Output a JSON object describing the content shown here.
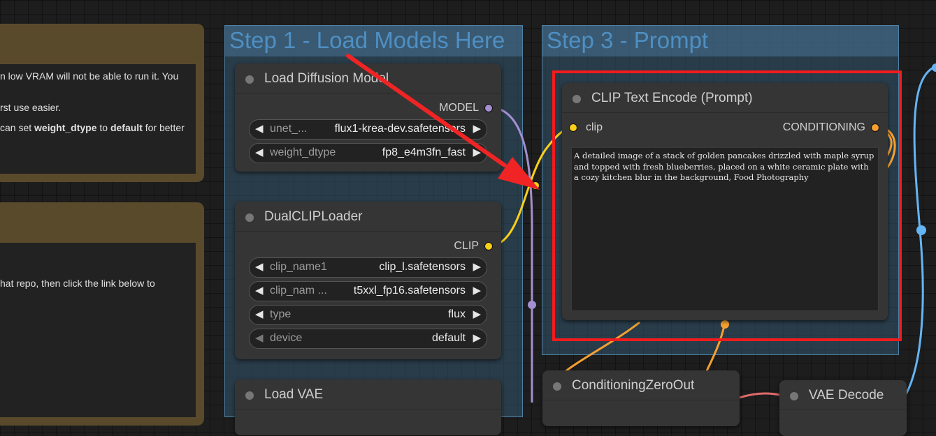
{
  "notes": [
    {
      "lines": [
        {
          "text": "n low VRAM will not be able to run it. You"
        },
        {
          "text": "rst use easier."
        },
        {
          "pre": "can set ",
          "b1": "weight_dtype",
          "mid": " to ",
          "b2": "default",
          "post": " for better"
        }
      ]
    },
    {
      "lines": [
        {
          "text": "hat repo, then click the link below to"
        }
      ]
    }
  ],
  "groups": {
    "step1": {
      "title": "Step 1 - Load Models Here"
    },
    "step3": {
      "title": "Step 3 - Prompt"
    }
  },
  "nodes": {
    "load_diffusion": {
      "title": "Load Diffusion Model",
      "output": "MODEL",
      "widgets": [
        {
          "label": "unet_...",
          "value": "flux1-krea-dev.safetensors"
        },
        {
          "label": "weight_dtype",
          "value": "fp8_e4m3fn_fast"
        }
      ]
    },
    "dual_clip": {
      "title": "DualCLIPLoader",
      "output": "CLIP",
      "widgets": [
        {
          "label": "clip_name1",
          "value": "clip_l.safetensors"
        },
        {
          "label": "clip_nam ...",
          "value": "t5xxl_fp16.safetensors"
        },
        {
          "label": "type",
          "value": "flux"
        },
        {
          "label": "device",
          "value": "default"
        }
      ]
    },
    "load_vae": {
      "title": "Load VAE"
    },
    "clip_text_encode": {
      "title": "CLIP Text Encode (Prompt)",
      "input": "clip",
      "output": "CONDITIONING",
      "prompt": "A detailed image of a stack of golden pancakes drizzled with maple syrup and topped with fresh blueberries, placed on a white ceramic plate with a cozy kitchen blur in the background, Food Photography"
    },
    "conditioning_zero_out": {
      "title": "ConditioningZeroOut"
    },
    "vae_decode": {
      "title": "VAE Decode"
    }
  },
  "colors": {
    "model_link": "#a48fd0",
    "clip_link": "#f9cf1a",
    "conditioning_link": "#f5a030",
    "vae_link": "#e06a6a",
    "image_link": "#64b5f6",
    "highlight": "#f21c1c",
    "annotation_arrow": "#f02424"
  }
}
